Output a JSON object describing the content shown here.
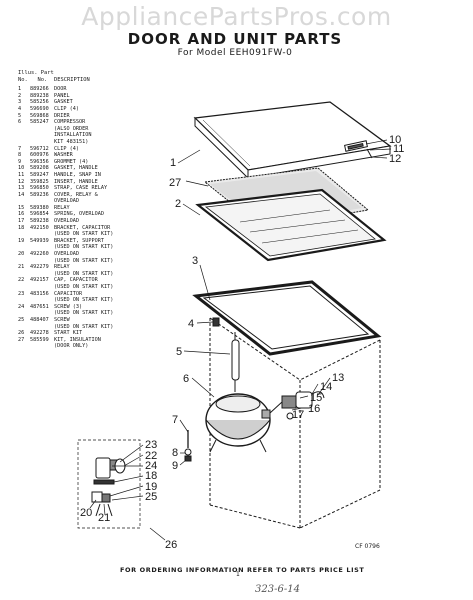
{
  "watermark": "AppliancePartsPros.com",
  "title": "DOOR AND UNIT PARTS",
  "subtitle": "For Model EEH091FW-0",
  "list_header": {
    "illus": "Illus.",
    "no": "No.",
    "part": "Part",
    "part_no": "No.",
    "description": "DESCRIPTION"
  },
  "parts": [
    {
      "n": "1",
      "p": "889266",
      "d": "DOOR"
    },
    {
      "n": "2",
      "p": "889238",
      "d": "PANEL"
    },
    {
      "n": "3",
      "p": "585256",
      "d": "GASKET"
    },
    {
      "n": "4",
      "p": "596690",
      "d": "CLIP (4)"
    },
    {
      "n": "5",
      "p": "569868",
      "d": "DRIER"
    },
    {
      "n": "6",
      "p": "585247",
      "d": "COMPRESSOR"
    },
    {
      "n": "",
      "p": "",
      "d": "(ALSO ORDER"
    },
    {
      "n": "",
      "p": "",
      "d": "INSTALLATION"
    },
    {
      "n": "",
      "p": "",
      "d": "KIT 483151)"
    },
    {
      "n": "7",
      "p": "596712",
      "d": "CLIP (4)"
    },
    {
      "n": "8",
      "p": "600976",
      "d": "WASHER"
    },
    {
      "n": "9",
      "p": "596356",
      "d": "GROMMET (4)"
    },
    {
      "n": "10",
      "p": "589208",
      "d": "GASKET, HANDLE"
    },
    {
      "n": "11",
      "p": "589247",
      "d": "HANDLE, SNAP IN"
    },
    {
      "n": "12",
      "p": "359825",
      "d": "INSERT, HANDLE"
    },
    {
      "n": "13",
      "p": "596850",
      "d": "STRAP, CASE RELAY"
    },
    {
      "n": "14",
      "p": "589236",
      "d": "COVER, RELAY &"
    },
    {
      "n": "",
      "p": "",
      "d": "OVERLOAD"
    },
    {
      "n": "15",
      "p": "589380",
      "d": "RELAY"
    },
    {
      "n": "16",
      "p": "596854",
      "d": "SPRING, OVERLOAD"
    },
    {
      "n": "17",
      "p": "589238",
      "d": "OVERLOAD"
    },
    {
      "n": "18",
      "p": "492150",
      "d": "BRACKET, CAPACITOR"
    },
    {
      "n": "",
      "p": "",
      "d": "(USED ON START KIT)"
    },
    {
      "n": "19",
      "p": "549939",
      "d": "BRACKET, SUPPORT"
    },
    {
      "n": "",
      "p": "",
      "d": "(USED ON START KIT)"
    },
    {
      "n": "20",
      "p": "492260",
      "d": "OVERLOAD"
    },
    {
      "n": "",
      "p": "",
      "d": "(USED ON START KIT)"
    },
    {
      "n": "21",
      "p": "492279",
      "d": "RELAY"
    },
    {
      "n": "",
      "p": "",
      "d": "(USED ON START KIT)"
    },
    {
      "n": "22",
      "p": "492157",
      "d": "CAP, CAPACITOR"
    },
    {
      "n": "",
      "p": "",
      "d": "(USED ON START KIT)"
    },
    {
      "n": "23",
      "p": "483156",
      "d": "CAPACITOR"
    },
    {
      "n": "",
      "p": "",
      "d": "(USED ON START KIT)"
    },
    {
      "n": "24",
      "p": "487651",
      "d": "SCREW (3)"
    },
    {
      "n": "",
      "p": "",
      "d": "(USED ON START KIT)"
    },
    {
      "n": "25",
      "p": "488407",
      "d": "SCREW"
    },
    {
      "n": "",
      "p": "",
      "d": "(USED ON START KIT)"
    },
    {
      "n": "26",
      "p": "492278",
      "d": "START KIT"
    },
    {
      "n": "27",
      "p": "585599",
      "d": "KIT, INSULATION"
    },
    {
      "n": "",
      "p": "",
      "d": "(DOOR ONLY)"
    }
  ],
  "callouts": {
    "c1": "1",
    "c2": "2",
    "c3": "3",
    "c4": "4",
    "c5": "5",
    "c6": "6",
    "c7": "7",
    "c8": "8",
    "c9": "9",
    "c10": "10",
    "c11": "11",
    "c12": "12",
    "c13": "13",
    "c14": "14",
    "c15": "15",
    "c16": "16",
    "c17": "17",
    "c18": "18",
    "c19": "19",
    "c20": "20",
    "c21": "21",
    "c22": "22",
    "c23": "23",
    "c24": "24",
    "c25": "25",
    "c26": "26",
    "c27": "27"
  },
  "figure_code": "CF 0796",
  "footer": "FOR ORDERING INFORMATION REFER TO PARTS PRICE LIST",
  "page_mark": "1",
  "handnote": "323-6-14"
}
